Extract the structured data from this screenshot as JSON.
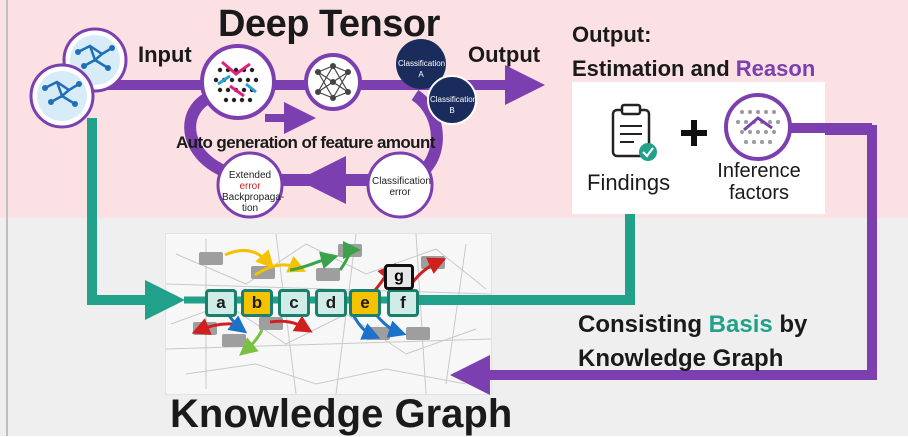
{
  "diagram": {
    "title": "Deep Tensor",
    "input_label": "Input",
    "output_label": "Output",
    "output_heading": {
      "line1": "Output:",
      "line2_prefix": "Estimation and ",
      "line2_accent": "Reason"
    },
    "auto_generation_label": "Auto generation of feature amount",
    "classification_a": "Classification A",
    "classification_b": "Classification B",
    "classification_error": "Classification error",
    "backprop": {
      "line1_prefix": "Extended ",
      "line1_accent": "error",
      "line2": "Backpropaga-",
      "line3": "tion"
    },
    "findings_label": "Findings",
    "inference_label_line1": "Inference",
    "inference_label_line2": "factors",
    "plus_symbol": "+",
    "knowledge_graph_title": "Knowledge Graph",
    "basis": {
      "prefix": "Consisting ",
      "accent": "Basis",
      "suffix": " by",
      "line2": "Knowledge Graph"
    },
    "nodes": [
      "a",
      "b",
      "c",
      "d",
      "e",
      "f"
    ],
    "node_g": "g",
    "colors": {
      "top_band": "#fbe1e3",
      "bottom_band": "#efefef",
      "purple": "#7b3fb0",
      "teal": "#21a08a",
      "node_yellow": "#f5c200",
      "node_teal": "#cfece6",
      "navy": "#1a2c5c"
    },
    "icons": [
      "network-input-icon",
      "network-input-icon",
      "tensor-graph-icon",
      "neural-net-icon",
      "clipboard-check-icon",
      "plus-icon",
      "inference-graph-icon"
    ]
  }
}
